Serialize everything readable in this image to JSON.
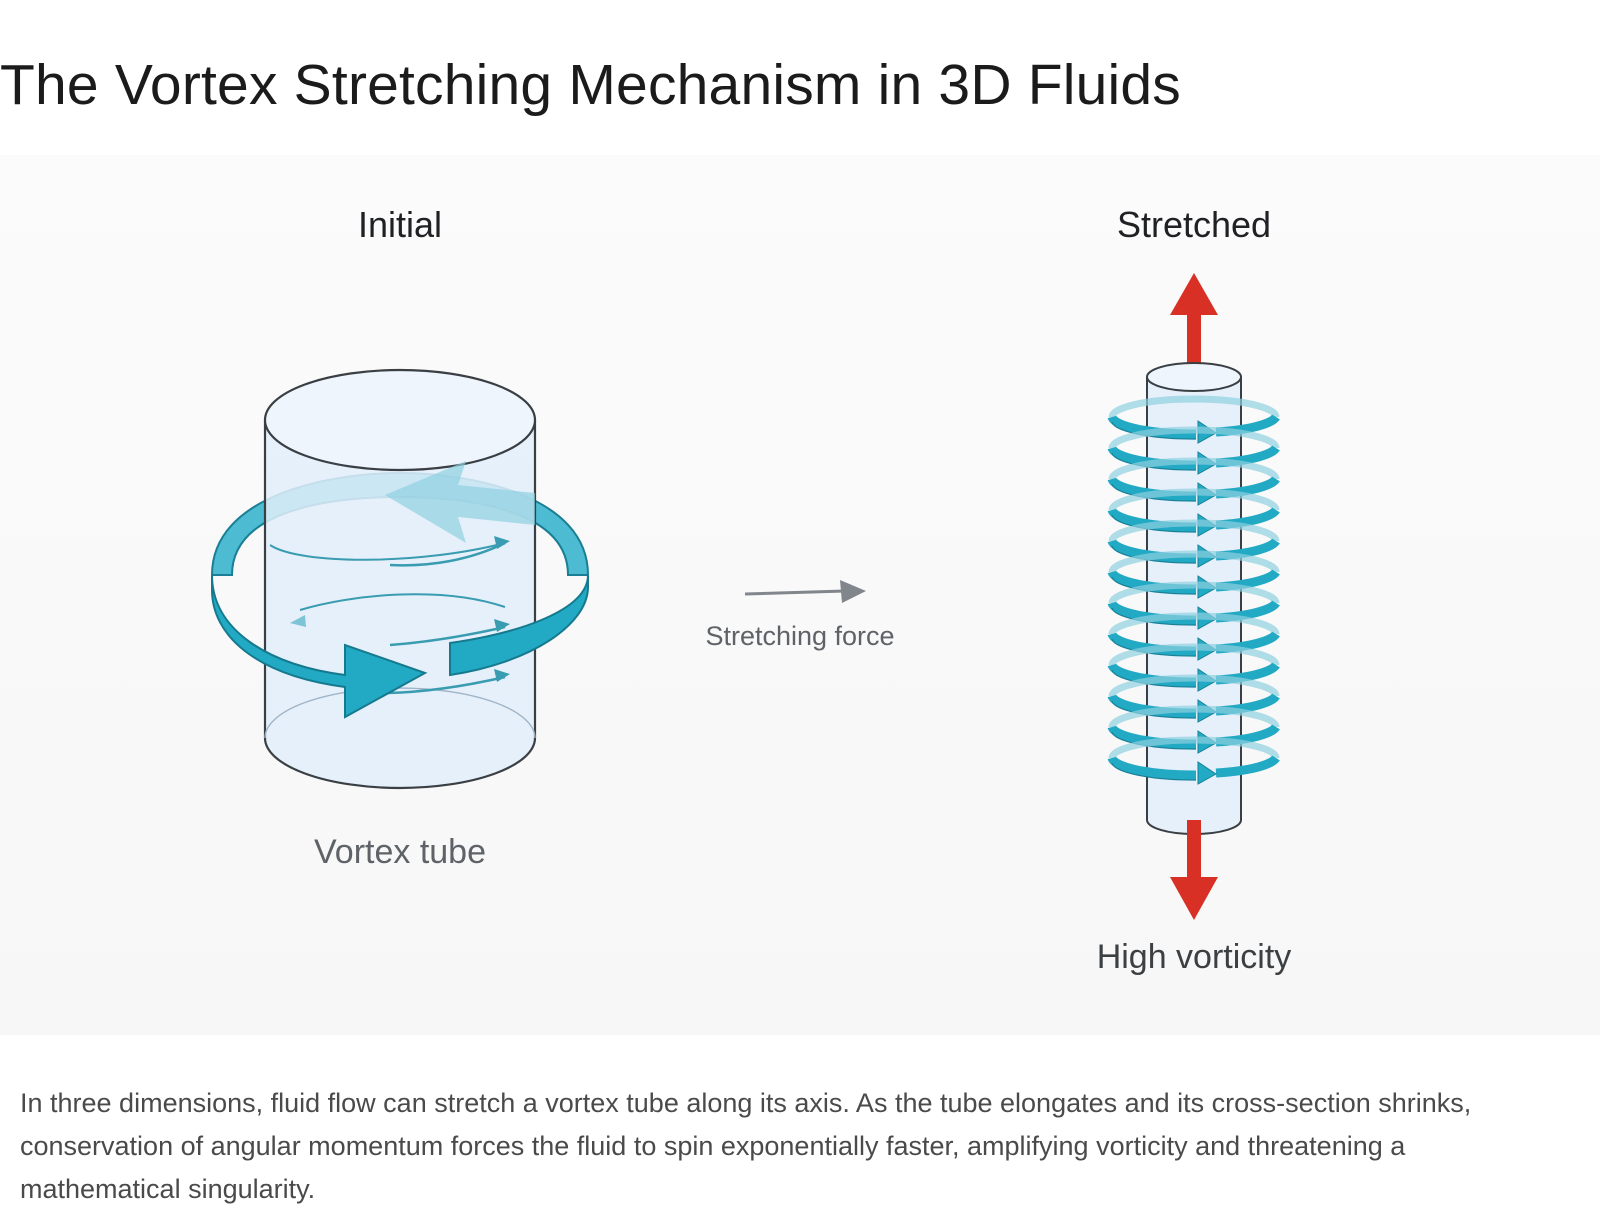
{
  "title": "The Vortex Stretching Mechanism in 3D Fluids",
  "diagram": {
    "initial": {
      "heading": "Initial",
      "label": "Vortex tube"
    },
    "middle": {
      "label": "Stretching force"
    },
    "stretched": {
      "heading": "Stretched",
      "label": "High vorticity"
    },
    "colors": {
      "vortex_band": "#22a9c4",
      "vortex_band_dark": "#178197",
      "tube_fill": "#e3eefa",
      "tube_stroke": "#3a3f44",
      "stretch_arrow": "#d93025",
      "force_arrow": "#80868b"
    },
    "icons": {
      "rotation": "circular-arrow-icon",
      "force": "right-arrow-icon",
      "tension": "red-up-down-arrow-icon"
    }
  },
  "caption": "In three dimensions, fluid flow can stretch a vortex tube along its axis. As the tube elongates and its cross-section shrinks, conservation of angular momentum forces the fluid to spin exponentially faster, amplifying vorticity and threatening a mathematical singularity."
}
